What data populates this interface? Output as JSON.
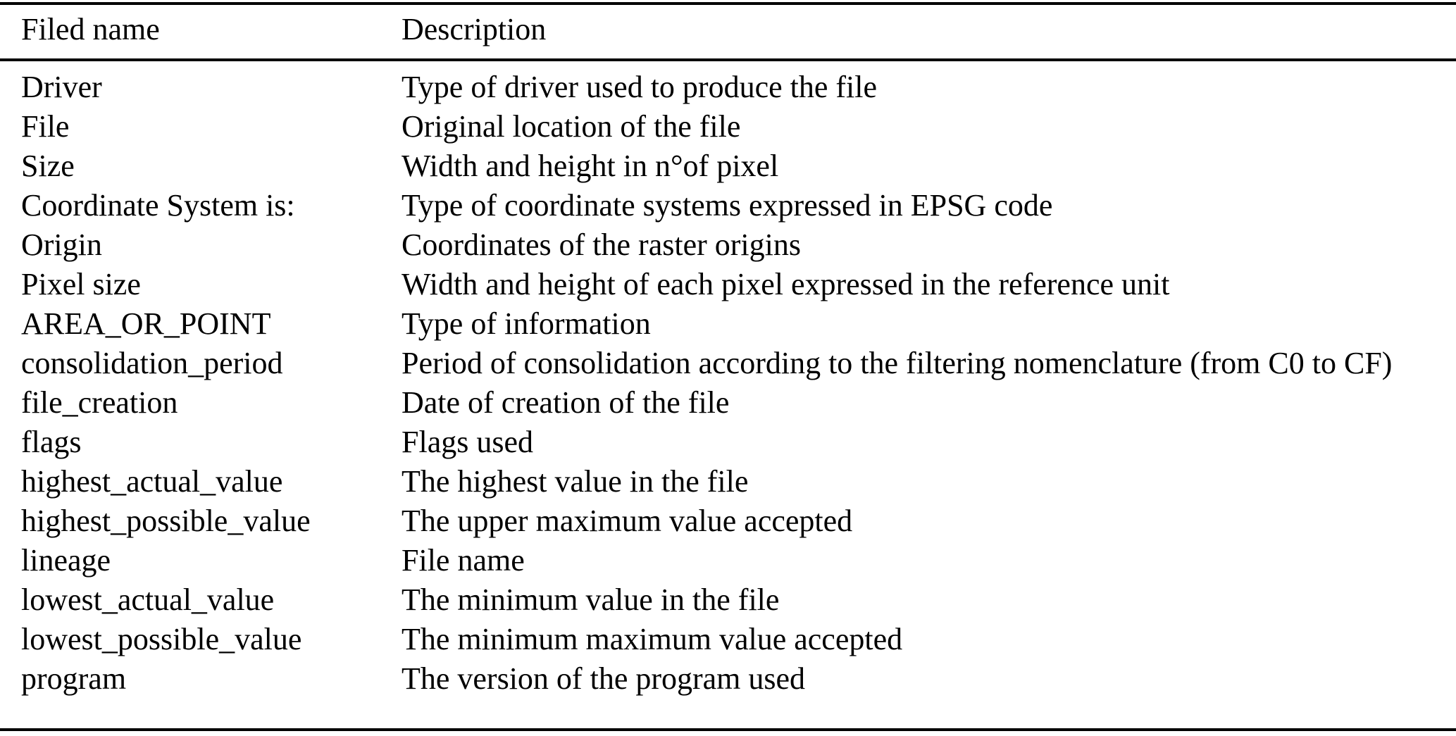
{
  "table": {
    "caption_visible": false,
    "columns": [
      {
        "key": "field",
        "header": "Filed name"
      },
      {
        "key": "description",
        "header": "Description"
      }
    ],
    "rows": [
      {
        "field": "Driver",
        "description": "Type of driver used to produce the file"
      },
      {
        "field": "File",
        "description": "Original location of the file"
      },
      {
        "field": "Size",
        "description": "Width and height in n°of pixel"
      },
      {
        "field": "Coordinate System is:",
        "description": "Type of coordinate systems expressed in EPSG code"
      },
      {
        "field": "Origin",
        "description": "Coordinates of the raster origins"
      },
      {
        "field": "Pixel size",
        "description": "Width and height of each pixel expressed in the reference unit"
      },
      {
        "field": "AREA_OR_POINT",
        "description": "Type of information"
      },
      {
        "field": "consolidation_period",
        "description": "Period of consolidation according to the filtering nomenclature (from C0 to CF)"
      },
      {
        "field": "file_creation",
        "description": "Date of creation of the file"
      },
      {
        "field": "flags",
        "description": "Flags used"
      },
      {
        "field": "highest_actual_value",
        "description": "The highest value in the file"
      },
      {
        "field": "highest_possible_value",
        "description": "The upper maximum value accepted"
      },
      {
        "field": "lineage",
        "description": "File name"
      },
      {
        "field": "lowest_actual_value",
        "description": "The minimum value in the file"
      },
      {
        "field": "lowest_possible_value",
        "description": "The minimum maximum value accepted"
      },
      {
        "field": "program",
        "description": "The version of the program used"
      }
    ]
  },
  "style": {
    "text_color": "#000000",
    "background_color": "#ffffff",
    "rule_color": "#000000"
  }
}
